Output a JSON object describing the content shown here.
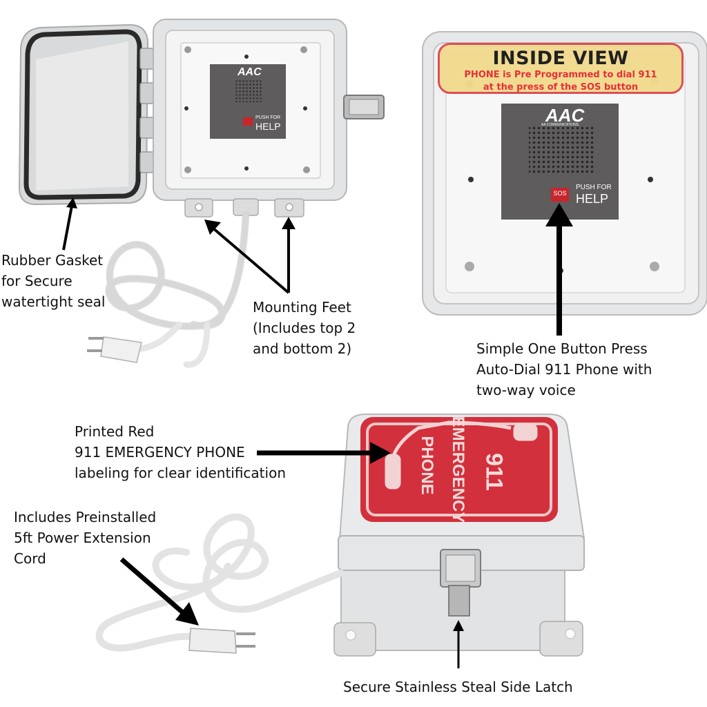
{
  "inside_view": {
    "title": "INSIDE VIEW",
    "subtitle_line1": "PHONE is Pre Programmed to dial 911",
    "subtitle_line2": "at the press of the SOS button"
  },
  "phone_plate": {
    "logo": "AAC",
    "brand": "AA COMMUNICATIONS",
    "sos_label": "SOS",
    "push_for": "PUSH FOR",
    "help": "HELP"
  },
  "sign": {
    "number": "911",
    "line1": "EMERGENCY",
    "line2": "PHONE"
  },
  "callouts": {
    "gasket": "Rubber Gasket\nfor Secure\nwatertight seal",
    "mounting": "Mounting Feet\n(Includes top 2\nand bottom 2)",
    "one_button": "Simple One Button Press\nAuto-Dial 911 Phone with\ntwo-way voice",
    "labeling": "Printed Red\n911 EMERGENCY PHONE\nlabeling for clear identification",
    "cord": "Includes Preinstalled\n5ft Power Extension\nCord",
    "latch": "Secure Stainless Steal Side Latch"
  },
  "colors": {
    "sign_red": "#d2303c",
    "badge_fill": "#f1d98a",
    "badge_border": "#d9434b",
    "plate": "#5d5b5b",
    "enclosure": "#e9eaeb"
  }
}
